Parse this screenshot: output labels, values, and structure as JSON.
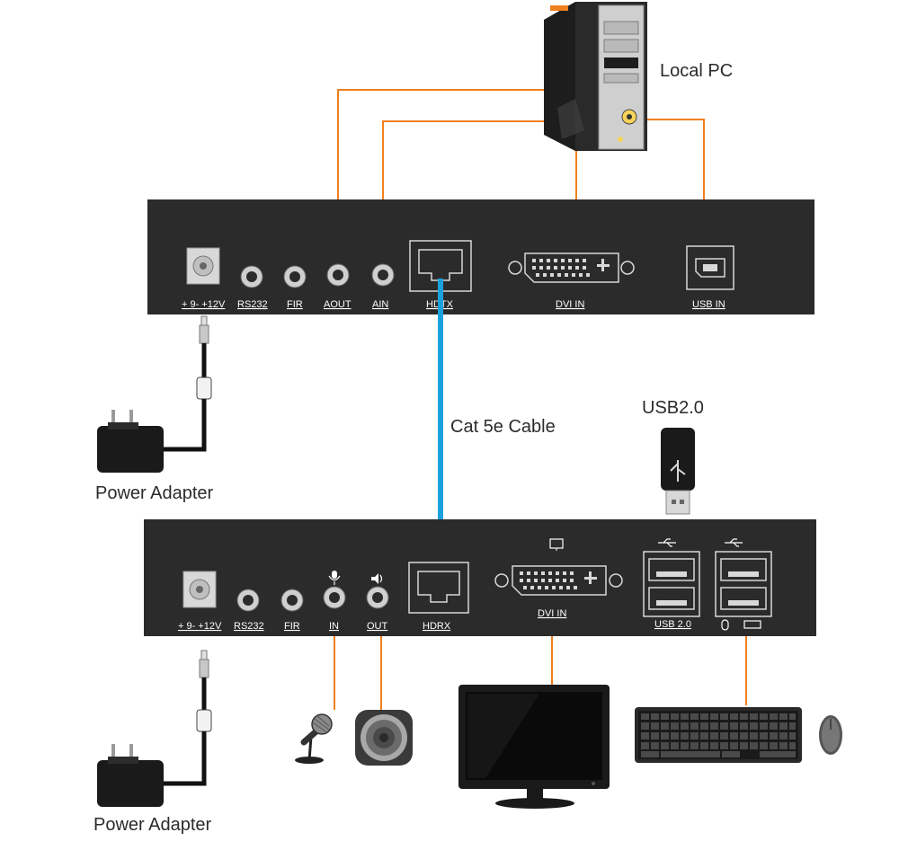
{
  "labels": {
    "local_pc": "Local PC",
    "cable": "Cat 5e Cable",
    "usb_stick": "USB2.0",
    "power_adapter_top": "Power Adapter",
    "power_adapter_bottom": "Power Adapter"
  },
  "transmitter": {
    "ports": {
      "power": "+ 9- +12V",
      "rs232": "RS232",
      "fir": "FIR",
      "aout": "AOUT",
      "ain": "AIN",
      "hdtx": "HDTX",
      "dvi_in": "DVI IN",
      "usb_in": "USB IN"
    }
  },
  "receiver": {
    "ports": {
      "power": "+ 9- +12V",
      "rs232": "RS232",
      "fir": "FIR",
      "in": "IN",
      "out": "OUT",
      "hdrx": "HDRX",
      "dvi_in": "DVI IN",
      "usb": "USB 2.0"
    }
  },
  "colors": {
    "panel": "#2b2b2b",
    "wire": "#f07f1e",
    "cat5e": "#1ba2dc",
    "device": "#1a1a1a"
  }
}
